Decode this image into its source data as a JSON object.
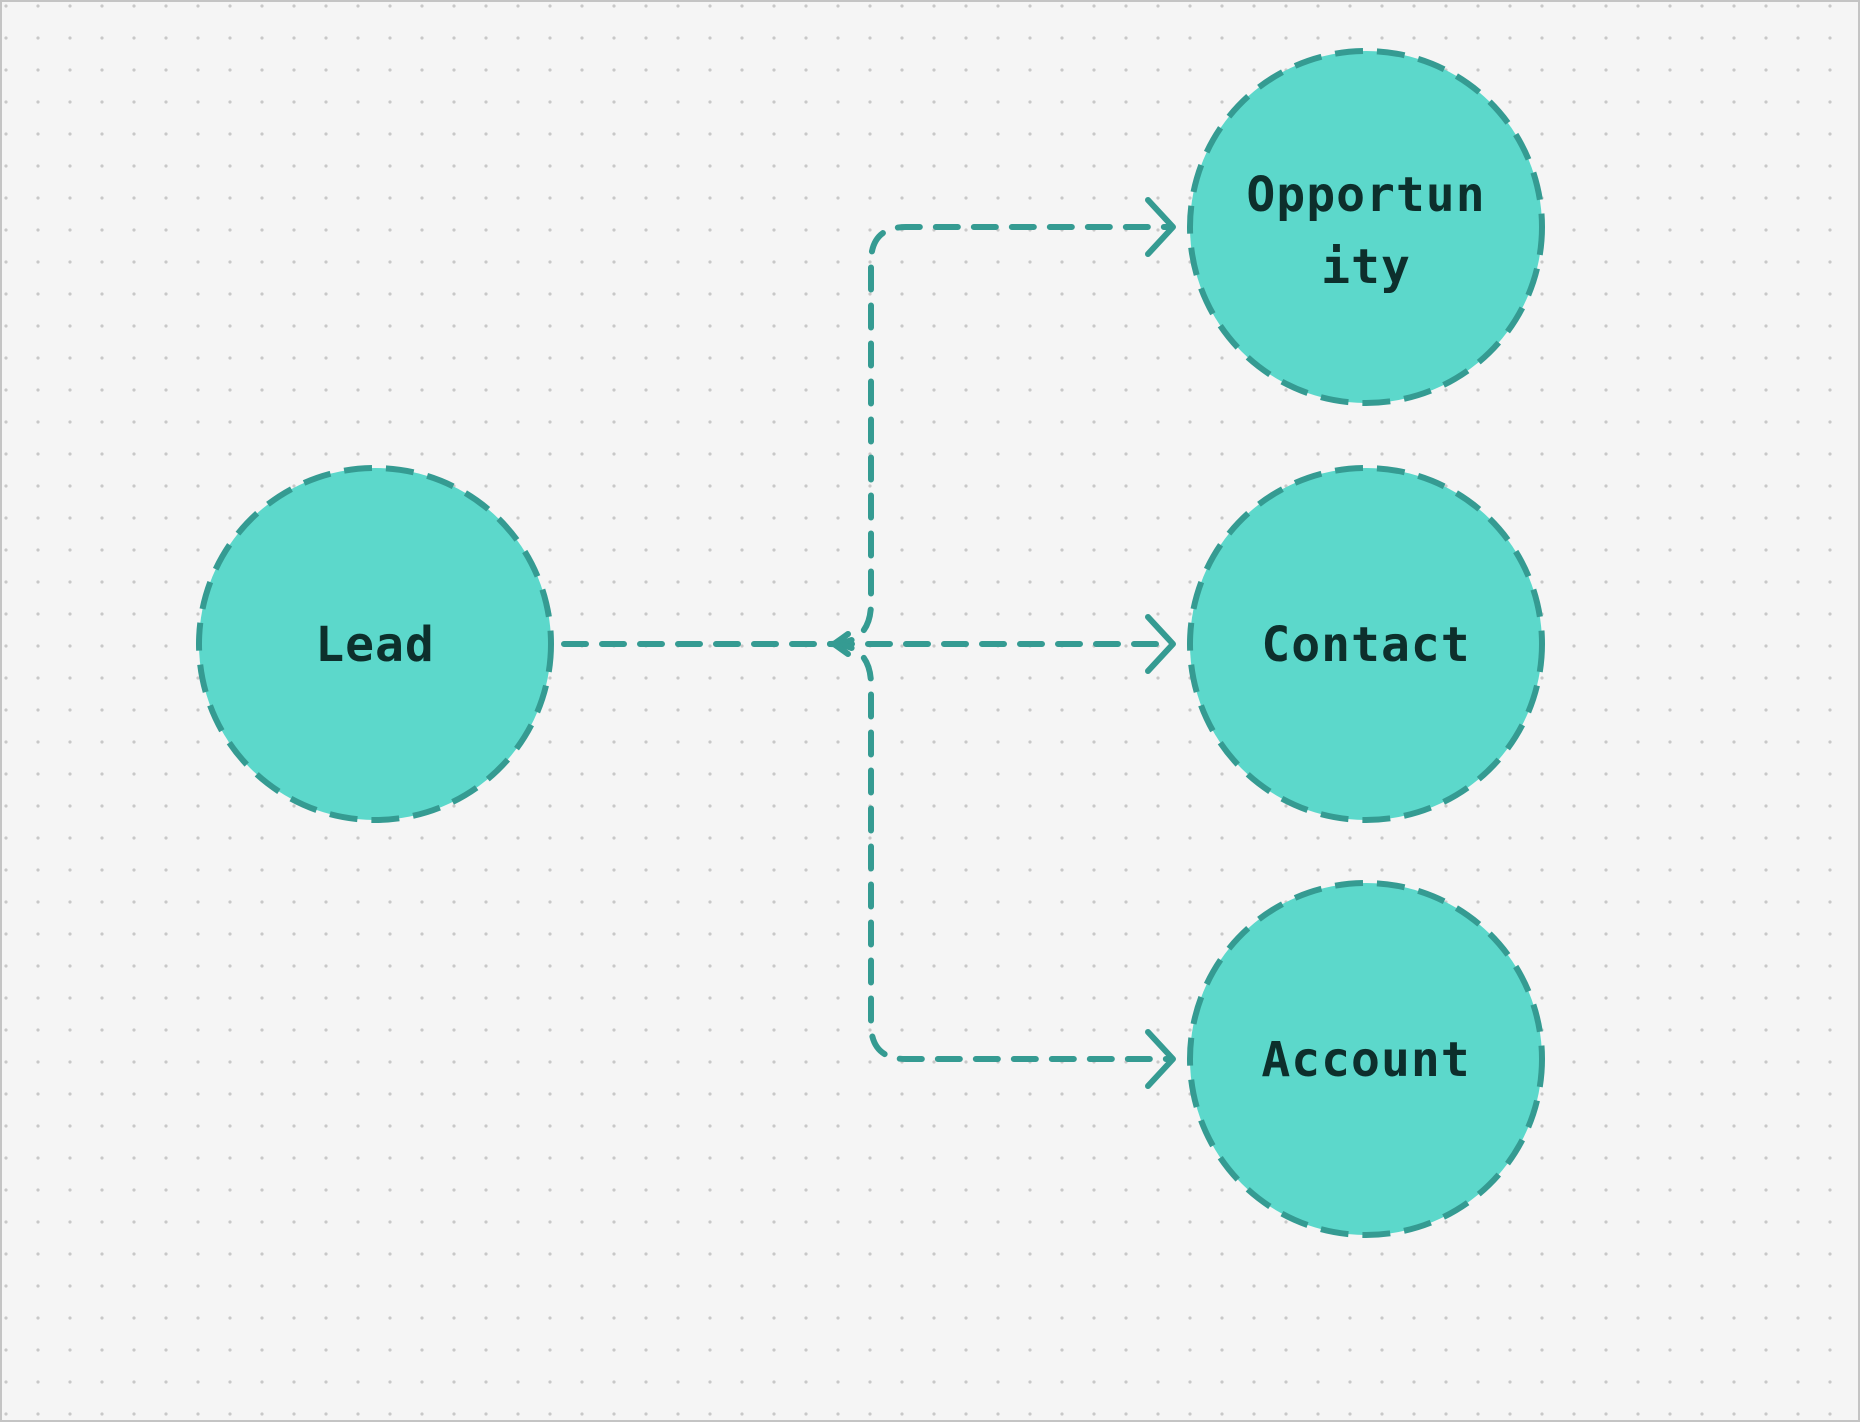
{
  "colors": {
    "background": "#f5f5f5",
    "frame_border": "#c4c4c4",
    "dot": "#c8c8c8",
    "node_fill": "#5cd8cb",
    "node_stroke": "#359b92",
    "edge": "#359b92",
    "label_text": "#0d2f2c"
  },
  "nodes": {
    "lead": {
      "label": "Lead"
    },
    "opportunity": {
      "label_line1": "Opportun",
      "label_line2": "ity"
    },
    "contact": {
      "label": "Contact"
    },
    "account": {
      "label": "Account"
    }
  },
  "edges": [
    {
      "from": "Lead",
      "to": "Opportunity"
    },
    {
      "from": "Lead",
      "to": "Contact"
    },
    {
      "from": "Lead",
      "to": "Account"
    }
  ]
}
